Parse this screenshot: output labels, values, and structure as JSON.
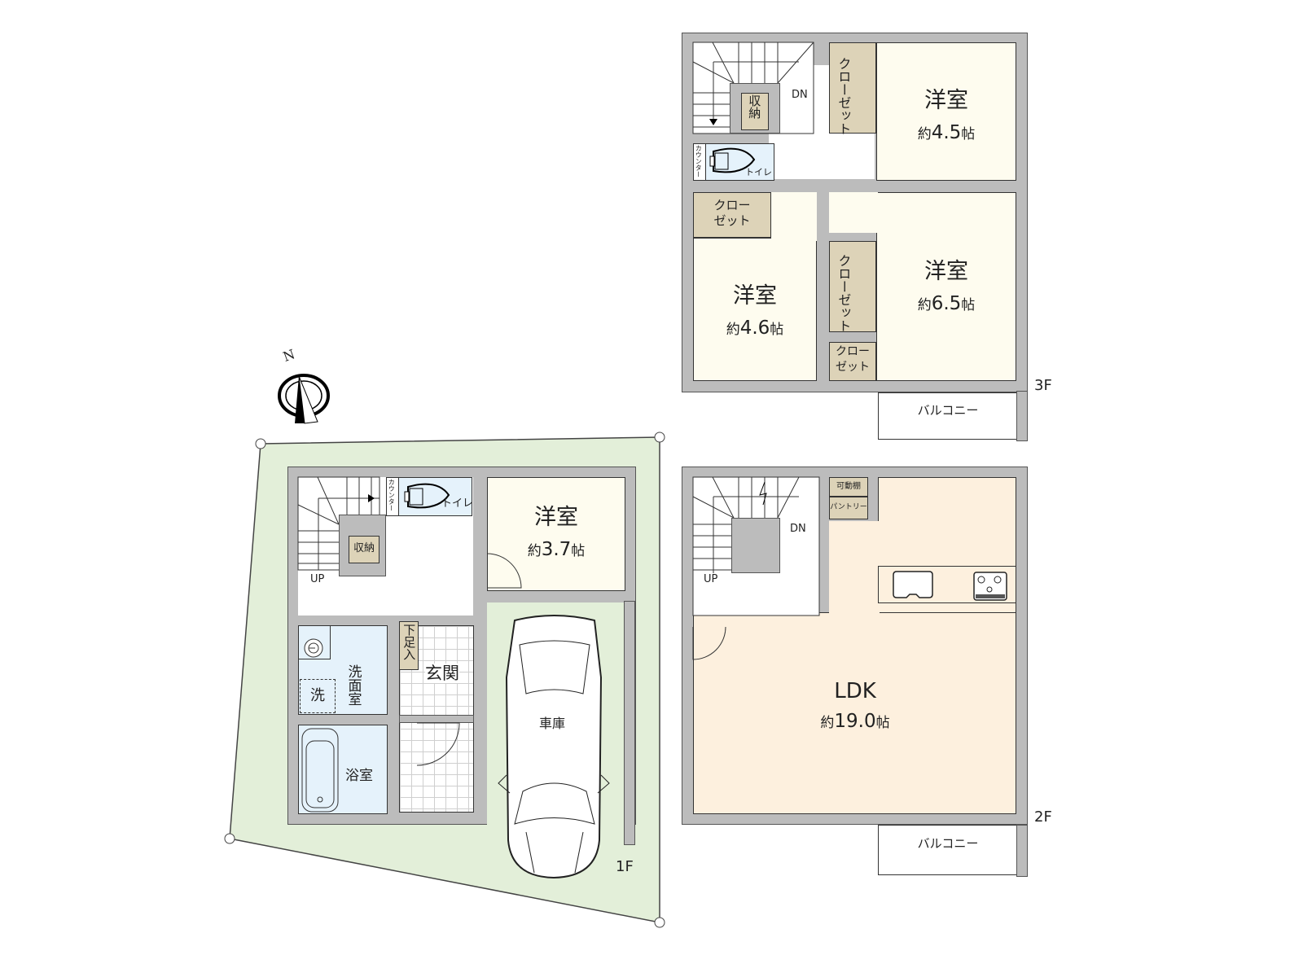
{
  "compass": {
    "label": "N"
  },
  "floors": {
    "f1": {
      "label": "1F",
      "rooms": {
        "western": {
          "name": "洋室",
          "size_prefix": "約",
          "size": "3.7",
          "unit": "帖"
        },
        "toilet": {
          "name": "トイレ",
          "counter": "カウンター"
        },
        "storage": {
          "name": "収納"
        },
        "stairs_up": "UP",
        "washroom": {
          "name": "洗面室",
          "washer": "洗"
        },
        "bath": {
          "name": "浴室"
        },
        "entrance": {
          "name": "玄関",
          "shoe_box": "下足入"
        },
        "garage": {
          "name": "車庫"
        }
      }
    },
    "f2": {
      "label": "2F",
      "rooms": {
        "ldk": {
          "name": "LDK",
          "size_prefix": "約",
          "size": "19.0",
          "unit": "帖"
        },
        "shelf": {
          "name": "可動棚"
        },
        "pantry": {
          "name": "パントリー"
        },
        "stairs_up": "UP",
        "stairs_dn": "DN",
        "balcony": {
          "name": "バルコニー"
        }
      }
    },
    "f3": {
      "label": "3F",
      "rooms": {
        "western_a": {
          "name": "洋室",
          "size_prefix": "約",
          "size": "4.5",
          "unit": "帖"
        },
        "western_b": {
          "name": "洋室",
          "size_prefix": "約",
          "size": "4.6",
          "unit": "帖"
        },
        "western_c": {
          "name": "洋室",
          "size_prefix": "約",
          "size": "6.5",
          "unit": "帖"
        },
        "closet": "クローゼット",
        "closet_line1": "クロー",
        "closet_line2": "ゼット",
        "storage": {
          "name": "収納"
        },
        "toilet": {
          "name": "トイレ",
          "counter": "カウンター"
        },
        "stairs_dn": "DN",
        "balcony": {
          "name": "バルコニー"
        }
      }
    }
  },
  "colors": {
    "wall": "#bcbcbc",
    "bedroom": "#fefcef",
    "ldk": "#fdf0de",
    "wet": "#e5f2fb",
    "storage": "#ddd3b8",
    "lot": "#e3efd9"
  }
}
